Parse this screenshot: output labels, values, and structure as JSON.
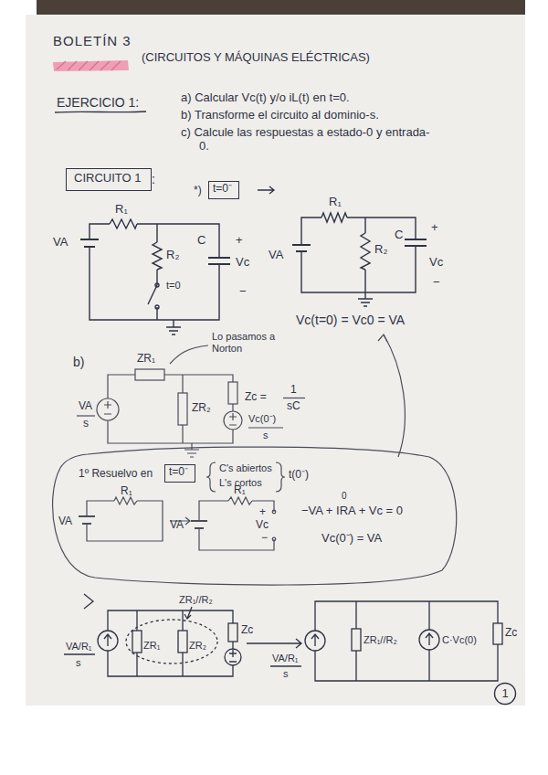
{
  "diagram": {
    "title": "BOLETÍN 3",
    "nodes": [
      {
        "text": [
          "CIRCUITO 1"
        ]
      },
      {
        "text": [
          "t=0⁻"
        ]
      },
      {
        "text": [
          "t=0⁻"
        ]
      },
      {
        "text": [
          "1"
        ]
      }
    ],
    "labels": [
      "(CIRCUITOS Y MÁQUINAS ELÉCTRICAS)",
      "EJERCICIO 1:",
      "a) Calcular Vc(t) y/o iL(t) en t=0.",
      "b) Transforme el circuito al dominio-s.",
      "c) Calcule las respuestas a estado-0 y entrada-0.",
      ":",
      "*)",
      "R₁",
      "VA",
      "R₂",
      "C",
      "+",
      "Vc",
      "−",
      "t=0",
      "R₁",
      "VA",
      "R₂",
      "C",
      "+",
      "Vc",
      "−",
      "Vc(t=0) = Vc0 = VA",
      "b)",
      "Lo pasamos a Norton",
      "ZR₁",
      "VA",
      "s",
      "ZR₂",
      "Zc =",
      "1",
      "sC",
      "Vc(0⁻)",
      "s",
      "1º Resuelvo en",
      "C's abiertos",
      "L's cortos",
      "t(0⁻)",
      "R₁",
      "VA",
      "R₁",
      "VA",
      "+",
      "Vc",
      "−",
      "0",
      "−VA + IRA + Vc = 0",
      "Vc(0⁻) = VA",
      "ZR₁//R₂",
      "ZR₁",
      "ZR₂",
      "Zc",
      "VA/R₁",
      "s",
      "VA/R₁",
      "s",
      "ZR₁//R₂",
      "C·Vc(0)",
      "Zc"
    ]
  }
}
